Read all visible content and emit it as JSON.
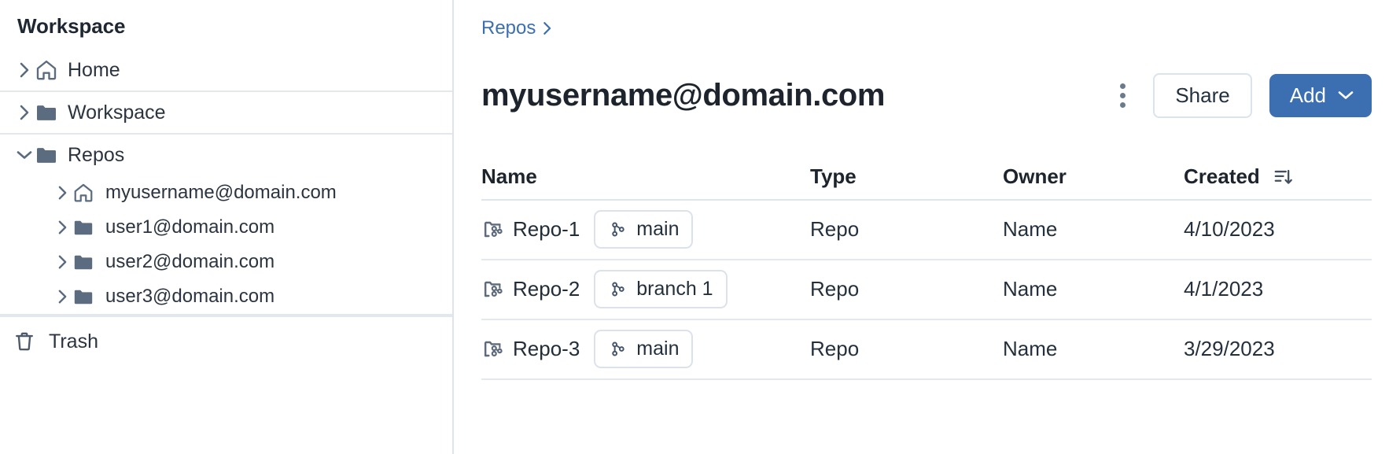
{
  "sidebar": {
    "title": "Workspace",
    "groups": [
      {
        "items": [
          {
            "label": "Home",
            "icon": "home-icon",
            "chevron": "chevron-right-icon",
            "level": 1
          }
        ]
      },
      {
        "items": [
          {
            "label": "Workspace",
            "icon": "folder-icon",
            "chevron": "chevron-right-icon",
            "level": 1
          }
        ]
      },
      {
        "items": [
          {
            "label": "Repos",
            "icon": "folder-icon",
            "chevron": "chevron-down-icon",
            "level": 1
          },
          {
            "label": "myusername@domain.com",
            "icon": "home-icon",
            "chevron": "chevron-right-icon",
            "level": 2
          },
          {
            "label": "user1@domain.com",
            "icon": "folder-icon",
            "chevron": "chevron-right-icon",
            "level": 2
          },
          {
            "label": "user2@domain.com",
            "icon": "folder-icon",
            "chevron": "chevron-right-icon",
            "level": 2
          },
          {
            "label": "user3@domain.com",
            "icon": "folder-icon",
            "chevron": "chevron-right-icon",
            "level": 2
          }
        ]
      }
    ],
    "trash": {
      "label": "Trash",
      "icon": "trash-icon"
    }
  },
  "header": {
    "breadcrumb": [
      {
        "label": "Repos"
      }
    ],
    "breadcrumb_separator": "chevron-right-icon",
    "title": "myusername@domain.com",
    "kebab_icon": "more-vertical-icon",
    "share_label": "Share",
    "add_label": "Add",
    "add_chevron": "chevron-down-icon"
  },
  "table": {
    "columns": [
      {
        "key": "name",
        "label": "Name"
      },
      {
        "key": "type",
        "label": "Type"
      },
      {
        "key": "owner",
        "label": "Owner"
      },
      {
        "key": "created",
        "label": "Created"
      }
    ],
    "sort": {
      "column": "created",
      "icon": "sort-descending-icon"
    },
    "rows": [
      {
        "icon": "repo-icon",
        "name": "Repo-1",
        "branch": "main",
        "branch_icon": "git-branch-icon",
        "type": "Repo",
        "owner": "Name",
        "created": "4/10/2023"
      },
      {
        "icon": "repo-icon",
        "name": "Repo-2",
        "branch": "branch 1",
        "branch_icon": "git-branch-icon",
        "type": "Repo",
        "owner": "Name",
        "created": "4/1/2023"
      },
      {
        "icon": "repo-icon",
        "name": "Repo-3",
        "branch": "main",
        "branch_icon": "git-branch-icon",
        "type": "Repo",
        "owner": "Name",
        "created": "3/29/2023"
      }
    ]
  },
  "colors": {
    "accent": "#3c6fb2",
    "link": "#3d6fb0",
    "text": "#1f2733",
    "icon": "#5b6b80",
    "border": "#dfe5ec"
  }
}
